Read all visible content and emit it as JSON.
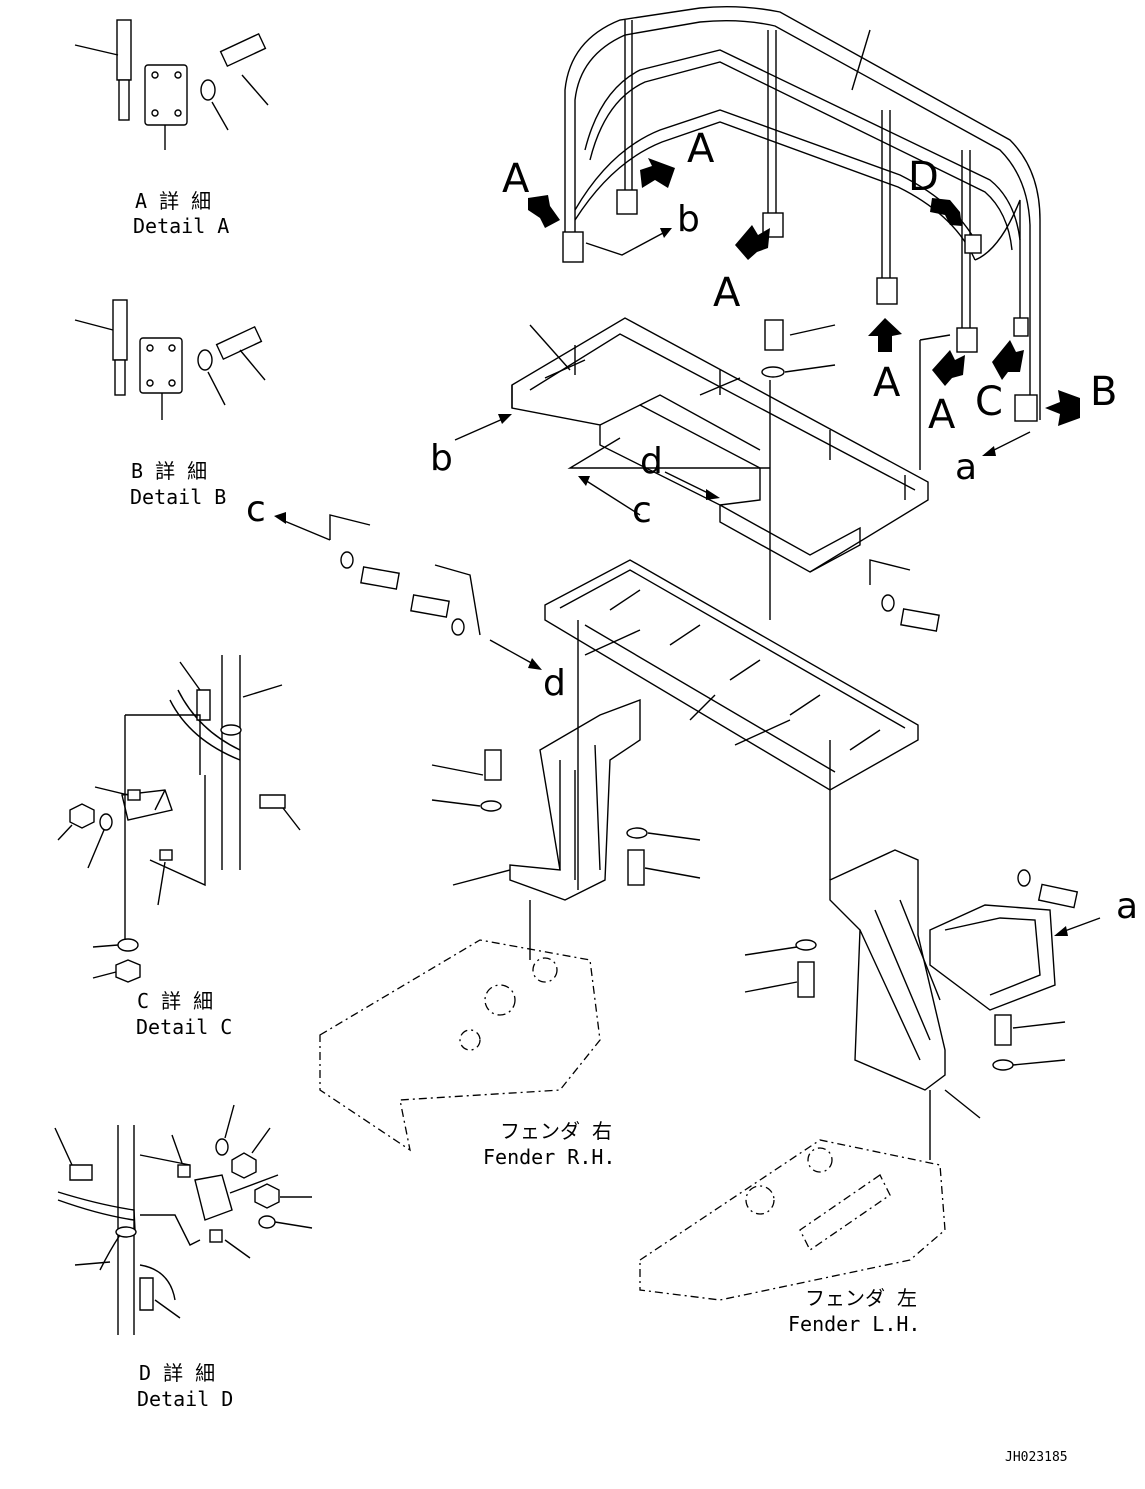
{
  "callouts": {
    "A": "A",
    "B": "B",
    "C": "C",
    "D": "D",
    "a": "a",
    "b": "b",
    "c": "c",
    "d": "d"
  },
  "details": {
    "A": {
      "jp": "A 詳 細",
      "en": "Detail A"
    },
    "B": {
      "jp": "B 詳 細",
      "en": "Detail B"
    },
    "C": {
      "jp": "C 詳 細",
      "en": "Detail C"
    },
    "D": {
      "jp": "D 詳 細",
      "en": "Detail D"
    }
  },
  "fenders": {
    "right": {
      "jp": "フェンダ 右",
      "en": "Fender R.H."
    },
    "left": {
      "jp": "フェンダ 左",
      "en": "Fender L.H."
    }
  },
  "drawing_ref": "JH023185"
}
